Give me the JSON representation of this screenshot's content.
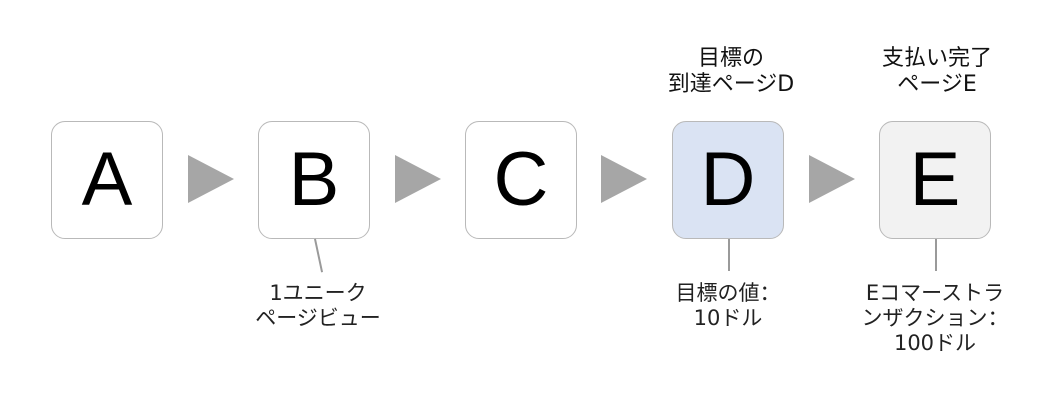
{
  "steps": [
    {
      "letter": "A",
      "fill": "#ffffff"
    },
    {
      "letter": "B",
      "fill": "#ffffff"
    },
    {
      "letter": "C",
      "fill": "#ffffff"
    },
    {
      "letter": "D",
      "fill": "#dae3f3"
    },
    {
      "letter": "E",
      "fill": "#f2f2f2"
    }
  ],
  "labels": {
    "d_top_line1": "目標の",
    "d_top_line2": "到達ページD",
    "e_top_line1": "支払い完了",
    "e_top_line2": "ページE"
  },
  "notes": {
    "b_line1": "1ユニーク",
    "b_line2": "ページビュー",
    "d_line1": "目標の値：",
    "d_line2": "10ドル",
    "e_line1": "Eコマーストラ",
    "e_line2": "ンザクション：",
    "e_line3": "100ドル"
  },
  "colors": {
    "arrow": "#a6a6a6",
    "border": "#b9b9b9",
    "leader": "#9a9a9a"
  }
}
